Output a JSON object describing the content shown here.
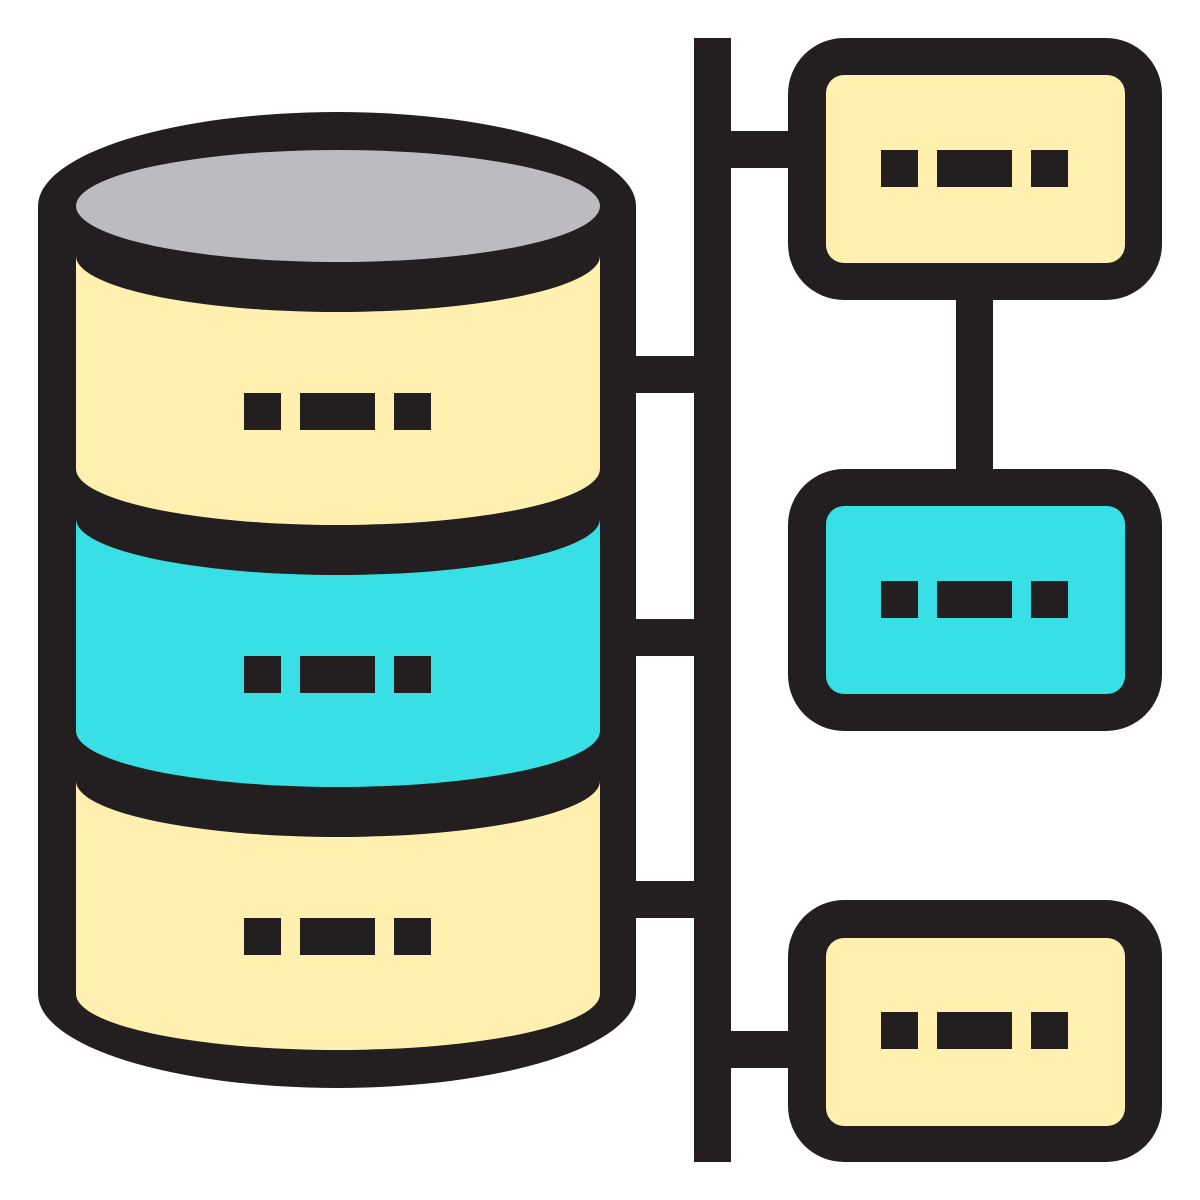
{
  "icon": {
    "name": "database-network-icon",
    "colors": {
      "outline": "#231f20",
      "cream": "#fff0b0",
      "cyan": "#38dfe4",
      "gray": "#bcbcc0",
      "background": "#ffffff"
    },
    "database_segments": [
      "cream",
      "cyan",
      "cream"
    ],
    "nodes": [
      "cream",
      "cyan",
      "cream"
    ]
  }
}
